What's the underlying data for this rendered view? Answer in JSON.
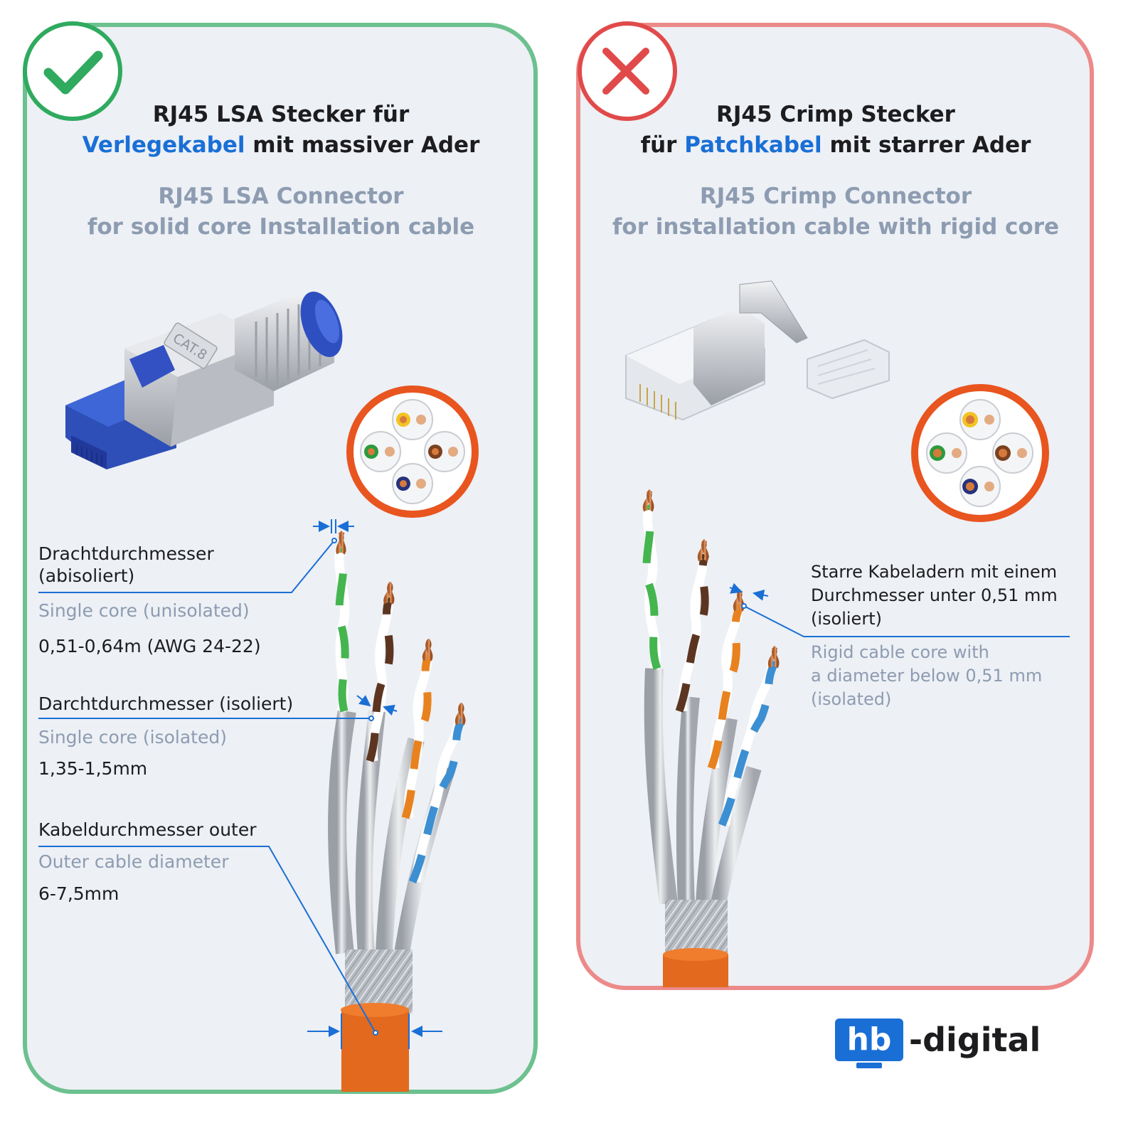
{
  "left_panel": {
    "title_line1": "RJ45 LSA Stecker für",
    "title_line2_highlight": "Verlegekabel",
    "title_line2_rest": " mit massiver Ader",
    "subtitle_line1": "RJ45 LSA Connector",
    "subtitle_line2": "for solid core Installation cable",
    "connector_marking": "CAT.8",
    "labels": {
      "wire_diameter_de_line1": "Drachtdurchmesser",
      "wire_diameter_de_line2": "(abisoliert)",
      "wire_diameter_en": "Single core (unisolated)",
      "wire_diameter_value": "0,51-0,64m (AWG 24-22)",
      "insulated_diameter_de": "Darchtdurchmesser (isoliert)",
      "insulated_diameter_en": "Single core (isolated)",
      "insulated_diameter_value": "1,35-1,5mm",
      "cable_diameter_de": "Kabeldurchmesser outer",
      "cable_diameter_en": "Outer cable diameter",
      "cable_diameter_value": "6-7,5mm"
    }
  },
  "right_panel": {
    "title_line1": "RJ45 Crimp Stecker",
    "title_line2_pre": "für ",
    "title_line2_highlight": "Patchkabel",
    "title_line2_rest": " mit starrer Ader",
    "subtitle_line1": "RJ45 Crimp Connector",
    "subtitle_line2": "for installation cable with rigid core",
    "labels": {
      "rigid_de_line1": "Starre Kabeladern mit einem",
      "rigid_de_line2": "Durchmesser unter 0,51 mm",
      "rigid_de_line3": "(isoliert)",
      "rigid_en_line1": "Rigid cable core with",
      "rigid_en_line2": "a diameter below 0,51 mm",
      "rigid_en_line3": "(isolated)"
    }
  },
  "logo": {
    "mark": "hb",
    "text": "-digital"
  },
  "colors": {
    "ok_green": "#2faa5f",
    "error_red": "#e14a4a",
    "highlight_blue": "#1a6fd6",
    "cable_orange": "#e2691e",
    "subtitle_gray": "#8d9cb1"
  }
}
